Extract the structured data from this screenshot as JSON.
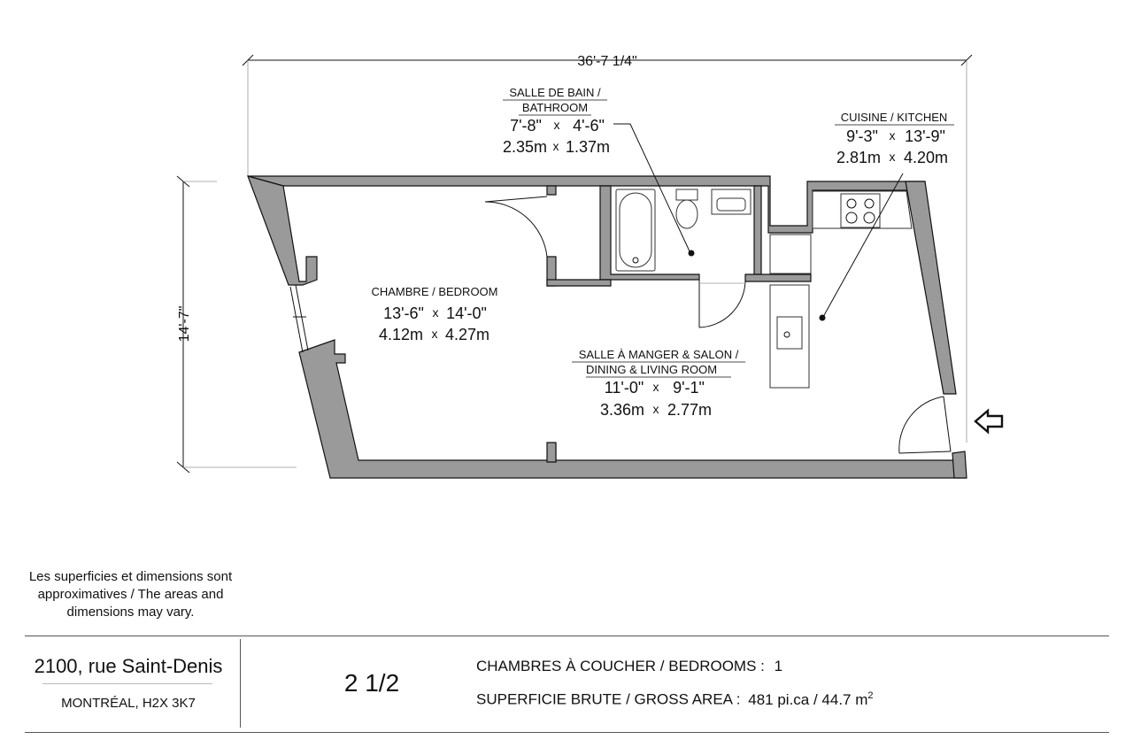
{
  "dimensions": {
    "overall_width": "36'-7 1/4\"",
    "overall_depth": "14'-7\""
  },
  "rooms": {
    "bathroom": {
      "name_fr": "SALLE DE BAIN /",
      "name_en": "BATHROOM",
      "imperial_a": "7'-8\"",
      "imperial_b": "4'-6\"",
      "metric_a": "2.35m",
      "metric_b": "1.37m"
    },
    "kitchen": {
      "name": "CUISINE / KITCHEN",
      "imperial_a": "9'-3\"",
      "imperial_b": "13'-9\"",
      "metric_a": "2.81m",
      "metric_b": "4.20m"
    },
    "bedroom": {
      "name": "CHAMBRE / BEDROOM",
      "imperial_a": "13'-6\"",
      "imperial_b": "14'-0\"",
      "metric_a": "4.12m",
      "metric_b": "4.27m"
    },
    "living": {
      "name_fr": "SALLE À MANGER & SALON /",
      "name_en": "DINING & LIVING ROOM",
      "imperial_a": "11'-0\"",
      "imperial_b": "9'-1\"",
      "metric_a": "3.36m",
      "metric_b": "2.77m"
    }
  },
  "times_symbol": "x",
  "disclaimer": "Les superficies et dimensions sont approximatives / The areas and dimensions may vary.",
  "footer": {
    "address_line1": "2100, rue Saint-Denis",
    "address_line2": "MONTRÉAL, H2X 3K7",
    "unit_type": "2 1/2",
    "bedrooms_label": "CHAMBRES À COUCHER / BEDROOMS :",
    "bedrooms_value": "1",
    "area_label": "SUPERFICIE BRUTE / GROSS AREA :",
    "area_value": "481 pi.ca / 44.7 m",
    "area_superscript": "2"
  },
  "icons": {
    "entrance": "entrance-arrow-icon"
  },
  "colors": {
    "wall": "#9a9a9a",
    "wall_outline": "#111111",
    "fixture": "#cfcfcf"
  }
}
